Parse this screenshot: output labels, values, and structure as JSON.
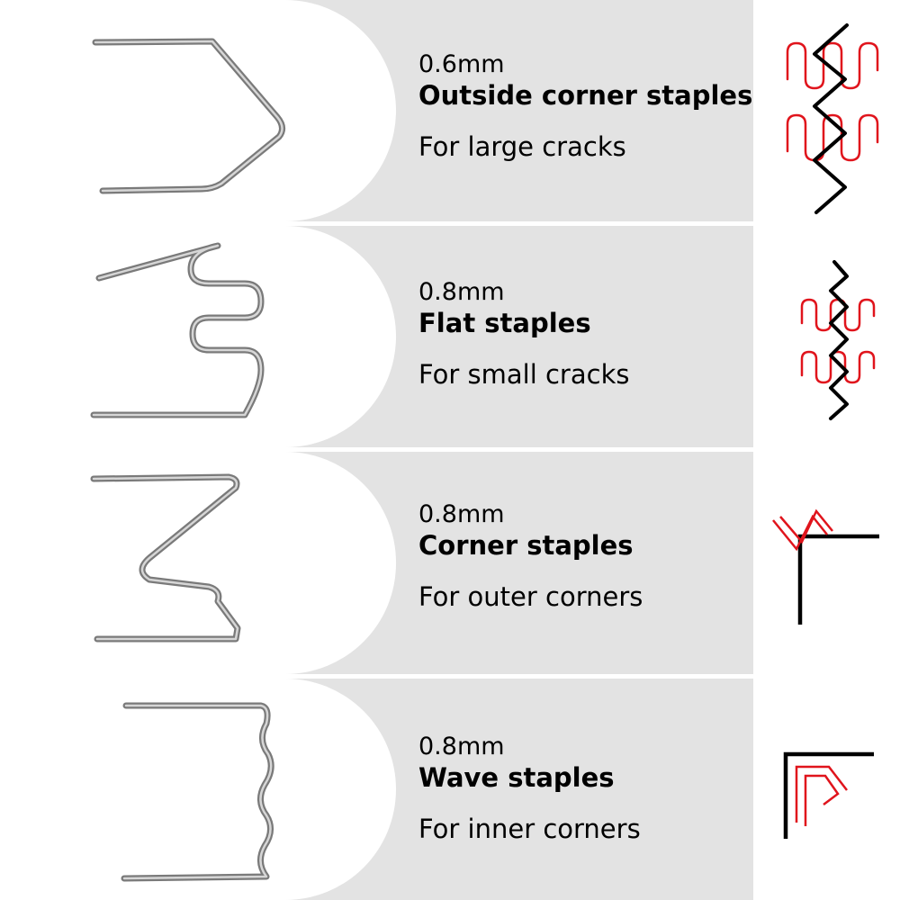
{
  "colors": {
    "panel_gray": "#e3e3e3",
    "wire_dark": "#7a7a7a",
    "wire_light": "#cfcfcf",
    "diagram_red": "#e0141c",
    "diagram_black": "#000000"
  },
  "rows": [
    {
      "size": "0.6mm",
      "name": "Outside corner staples",
      "description": "For large cracks",
      "staple_icon": "v-shaped-staple-icon",
      "diagram_icon": "crack-repair-diagram-icon"
    },
    {
      "size": "0.8mm",
      "name": "Flat staples",
      "description": "For small cracks",
      "staple_icon": "flat-zigzag-staple-icon",
      "diagram_icon": "crack-repair-diagram-icon"
    },
    {
      "size": "0.8mm",
      "name": "Corner staples",
      "description": "For outer corners",
      "staple_icon": "w-shaped-staple-icon",
      "diagram_icon": "outer-corner-diagram-icon"
    },
    {
      "size": "0.8mm",
      "name": "Wave staples",
      "description": "For inner corners",
      "staple_icon": "wave-staple-icon",
      "diagram_icon": "inner-corner-diagram-icon"
    }
  ]
}
